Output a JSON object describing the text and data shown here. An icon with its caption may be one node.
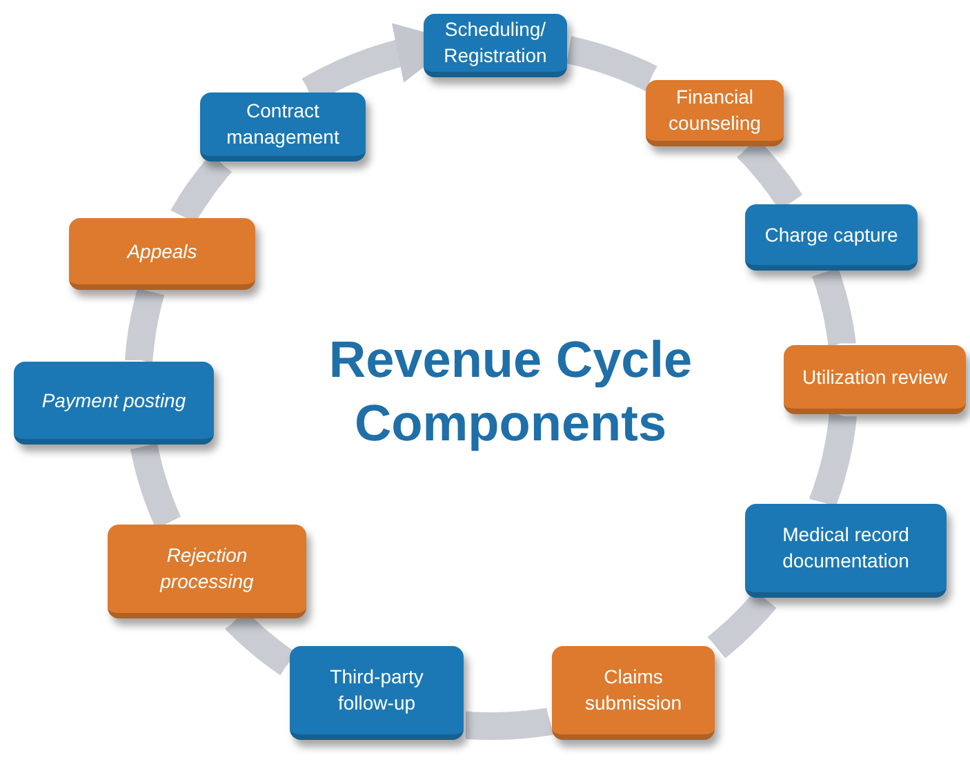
{
  "diagram": {
    "title": "Revenue Cycle Components",
    "nodes": [
      {
        "text": [
          "Scheduling/ Registration"
        ]
      },
      {
        "text": [
          "Financial counseling"
        ]
      },
      {
        "text": [
          "Charge capture"
        ]
      },
      {
        "text": [
          "Utilization review"
        ]
      },
      {
        "text": [
          "Medical record documentation"
        ]
      },
      {
        "text": [
          "Claims submission"
        ]
      },
      {
        "text": [
          "Third-party follow-up"
        ]
      },
      {
        "text": [
          "Rejection processing"
        ]
      },
      {
        "text": [
          "Payment posting"
        ]
      },
      {
        "text": [
          "Appeals"
        ]
      },
      {
        "text": [
          "Contract management"
        ]
      }
    ],
    "edges": [
      {
        "from": 0,
        "to": 1,
        "arrow": "none"
      },
      {
        "from": 1,
        "to": 2,
        "arrow": "none"
      },
      {
        "from": 2,
        "to": 3,
        "arrow": "none"
      },
      {
        "from": 3,
        "to": 4,
        "arrow": "none"
      },
      {
        "from": 4,
        "to": 5,
        "arrow": "none"
      },
      {
        "from": 5,
        "to": 6,
        "arrow": "none"
      },
      {
        "from": 6,
        "to": 7,
        "arrow": "none"
      },
      {
        "from": 7,
        "to": 8,
        "arrow": "none"
      },
      {
        "from": 8,
        "to": 9,
        "arrow": "none"
      },
      {
        "from": 9,
        "to": 10,
        "arrow": "none"
      },
      {
        "from": 10,
        "to": 0,
        "arrow": "to"
      }
    ]
  }
}
